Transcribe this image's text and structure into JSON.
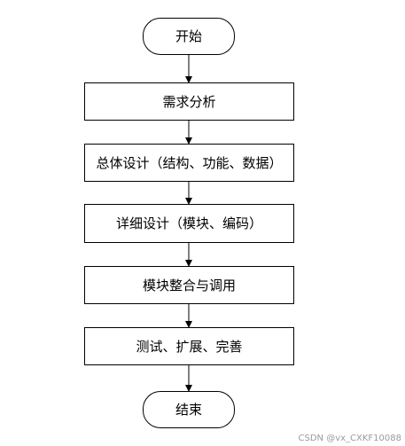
{
  "flow": {
    "start": "开始",
    "steps": [
      "需求分析",
      "总体设计（结构、功能、数据）",
      "详细设计（模块、编码）",
      "模块整合与调用",
      "测试、扩展、完善"
    ],
    "end": "结束"
  },
  "watermark": "CSDN @vx_CXKF10088"
}
